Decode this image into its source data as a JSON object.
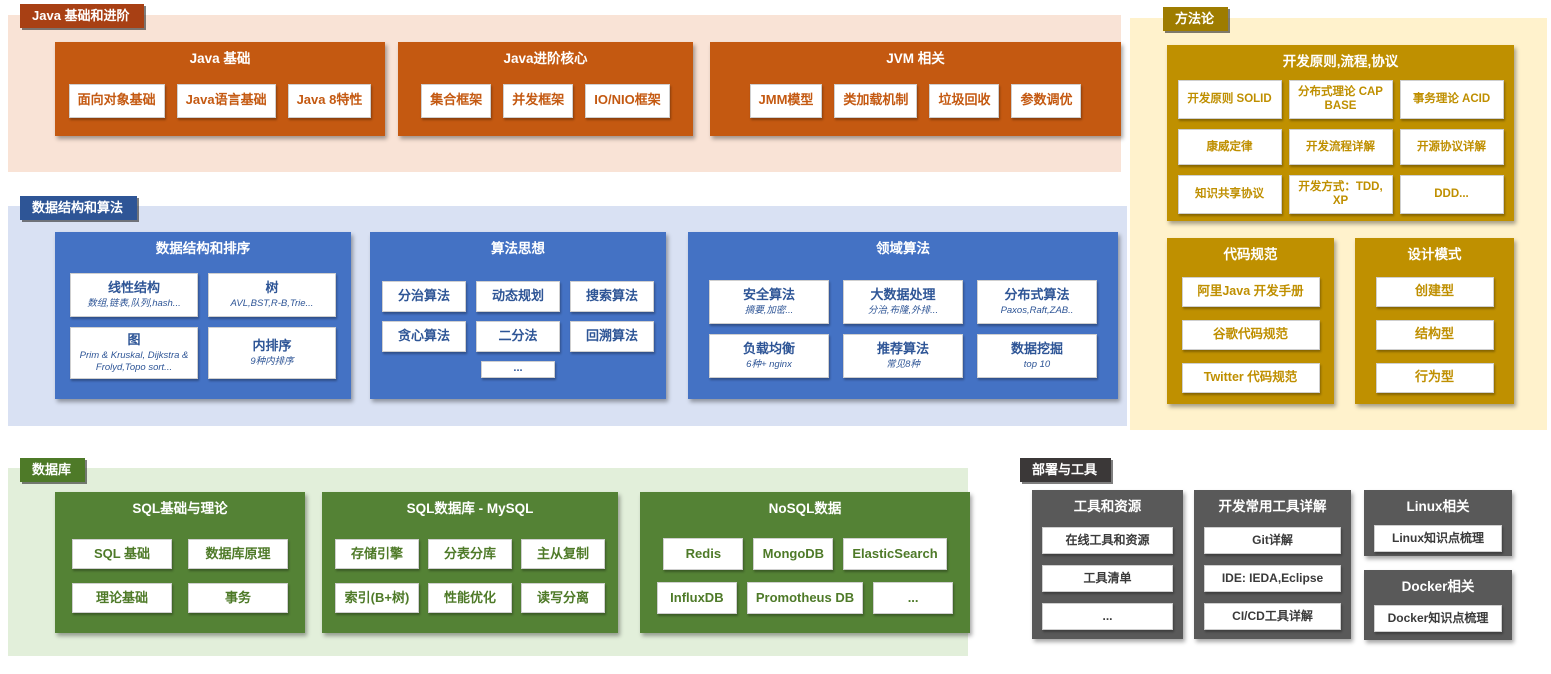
{
  "colors": {
    "java_label_bg": "#A84014",
    "java_group_bg": "#C45911",
    "java_panel_bg": "#F9E3D6",
    "java_item_text": "#C45911",
    "dsa_label_bg": "#2E5596",
    "dsa_group_bg": "#4472C4",
    "dsa_panel_bg": "#D9E1F3",
    "dsa_item_text": "#2E5596",
    "db_label_bg": "#4E7A28",
    "db_group_bg": "#548235",
    "db_panel_bg": "#E2EFDA",
    "db_item_text": "#4E7A28",
    "method_label_bg": "#9E7C00",
    "method_group_bg": "#BF9000",
    "method_panel_bg": "#FFF2CC",
    "method_item_text": "#BF8F00",
    "tools_label_bg": "#3B3838",
    "tools_group_bg": "#595959",
    "tools_item_text": "#3A3A3A"
  },
  "sections": {
    "java": {
      "label": "Java 基础和进阶",
      "groups": [
        {
          "title": "Java 基础",
          "items": [
            {
              "label": "面向对象基础"
            },
            {
              "label": "Java语言基础"
            },
            {
              "label": "Java 8特性"
            }
          ]
        },
        {
          "title": "Java进阶核心",
          "items": [
            {
              "label": "集合框架"
            },
            {
              "label": "并发框架"
            },
            {
              "label": "IO/NIO框架"
            }
          ]
        },
        {
          "title": "JVM 相关",
          "items": [
            {
              "label": "JMM模型"
            },
            {
              "label": "类加载机制"
            },
            {
              "label": "垃圾回收"
            },
            {
              "label": "参数调优"
            }
          ]
        }
      ]
    },
    "dsa": {
      "label": "数据结构和算法",
      "groups": [
        {
          "title": "数据结构和排序",
          "items": [
            {
              "label": "线性结构",
              "sub": "数组,链表,队列,hash..."
            },
            {
              "label": "树",
              "sub": "AVL,BST,R-B,Trie..."
            },
            {
              "label": "图",
              "sub": "Prim & Kruskal, Dijkstra & Frolyd,Topo sort..."
            },
            {
              "label": "内排序",
              "sub": "9种内排序"
            }
          ]
        },
        {
          "title": "算法思想",
          "items": [
            {
              "label": "分治算法"
            },
            {
              "label": "动态规划"
            },
            {
              "label": "搜索算法"
            },
            {
              "label": "贪心算法"
            },
            {
              "label": "二分法"
            },
            {
              "label": "回溯算法"
            },
            {
              "label": "..."
            }
          ]
        },
        {
          "title": "领域算法",
          "items": [
            {
              "label": "安全算法",
              "sub": "摘要,加密..."
            },
            {
              "label": "大数据处理",
              "sub": "分治,布隆,外排..."
            },
            {
              "label": "分布式算法",
              "sub": "Paxos,Raft,ZAB.."
            },
            {
              "label": "负载均衡",
              "sub": "6种+ nginx"
            },
            {
              "label": "推荐算法",
              "sub": "常见8种"
            },
            {
              "label": "数据挖掘",
              "sub": "top 10"
            }
          ]
        }
      ]
    },
    "db": {
      "label": "数据库",
      "groups": [
        {
          "title": "SQL基础与理论",
          "items": [
            {
              "label": "SQL 基础"
            },
            {
              "label": "数据库原理"
            },
            {
              "label": "理论基础"
            },
            {
              "label": "事务"
            }
          ]
        },
        {
          "title": "SQL数据库 - MySQL",
          "items": [
            {
              "label": "存储引擎"
            },
            {
              "label": "分表分库"
            },
            {
              "label": "主从复制"
            },
            {
              "label": "索引(B+树)"
            },
            {
              "label": "性能优化"
            },
            {
              "label": "读写分离"
            }
          ]
        },
        {
          "title": "NoSQL数据",
          "items": [
            {
              "label": "Redis"
            },
            {
              "label": "MongoDB"
            },
            {
              "label": "ElasticSearch"
            },
            {
              "label": "InfluxDB"
            },
            {
              "label": "Promotheus DB"
            },
            {
              "label": "..."
            }
          ]
        }
      ]
    },
    "method": {
      "label": "方法论",
      "groups": [
        {
          "title": "开发原则,流程,协议",
          "items": [
            {
              "label": "开发原则 SOLID"
            },
            {
              "label": "分布式理论 CAP BASE"
            },
            {
              "label": "事务理论 ACID"
            },
            {
              "label": "康威定律"
            },
            {
              "label": "开发流程详解"
            },
            {
              "label": "开源协议详解"
            },
            {
              "label": "知识共享协议"
            },
            {
              "label": "开发方式：TDD, XP"
            },
            {
              "label": "DDD..."
            }
          ]
        },
        {
          "title": "代码规范",
          "items": [
            {
              "label": "阿里Java 开发手册"
            },
            {
              "label": "谷歌代码规范"
            },
            {
              "label": "Twitter 代码规范"
            }
          ]
        },
        {
          "title": "设计模式",
          "items": [
            {
              "label": "创建型"
            },
            {
              "label": "结构型"
            },
            {
              "label": "行为型"
            }
          ]
        }
      ]
    },
    "tools": {
      "label": "部署与工具",
      "groups": [
        {
          "title": "工具和资源",
          "items": [
            {
              "label": "在线工具和资源"
            },
            {
              "label": "工具清单"
            },
            {
              "label": "..."
            }
          ]
        },
        {
          "title": "开发常用工具详解",
          "items": [
            {
              "label": "Git详解"
            },
            {
              "label": "IDE: IEDA,Eclipse"
            },
            {
              "label": "CI/CD工具详解"
            }
          ]
        },
        {
          "title": "Linux相关",
          "items": [
            {
              "label": "Linux知识点梳理"
            }
          ]
        },
        {
          "title": "Docker相关",
          "items": [
            {
              "label": "Docker知识点梳理"
            }
          ]
        }
      ]
    }
  }
}
